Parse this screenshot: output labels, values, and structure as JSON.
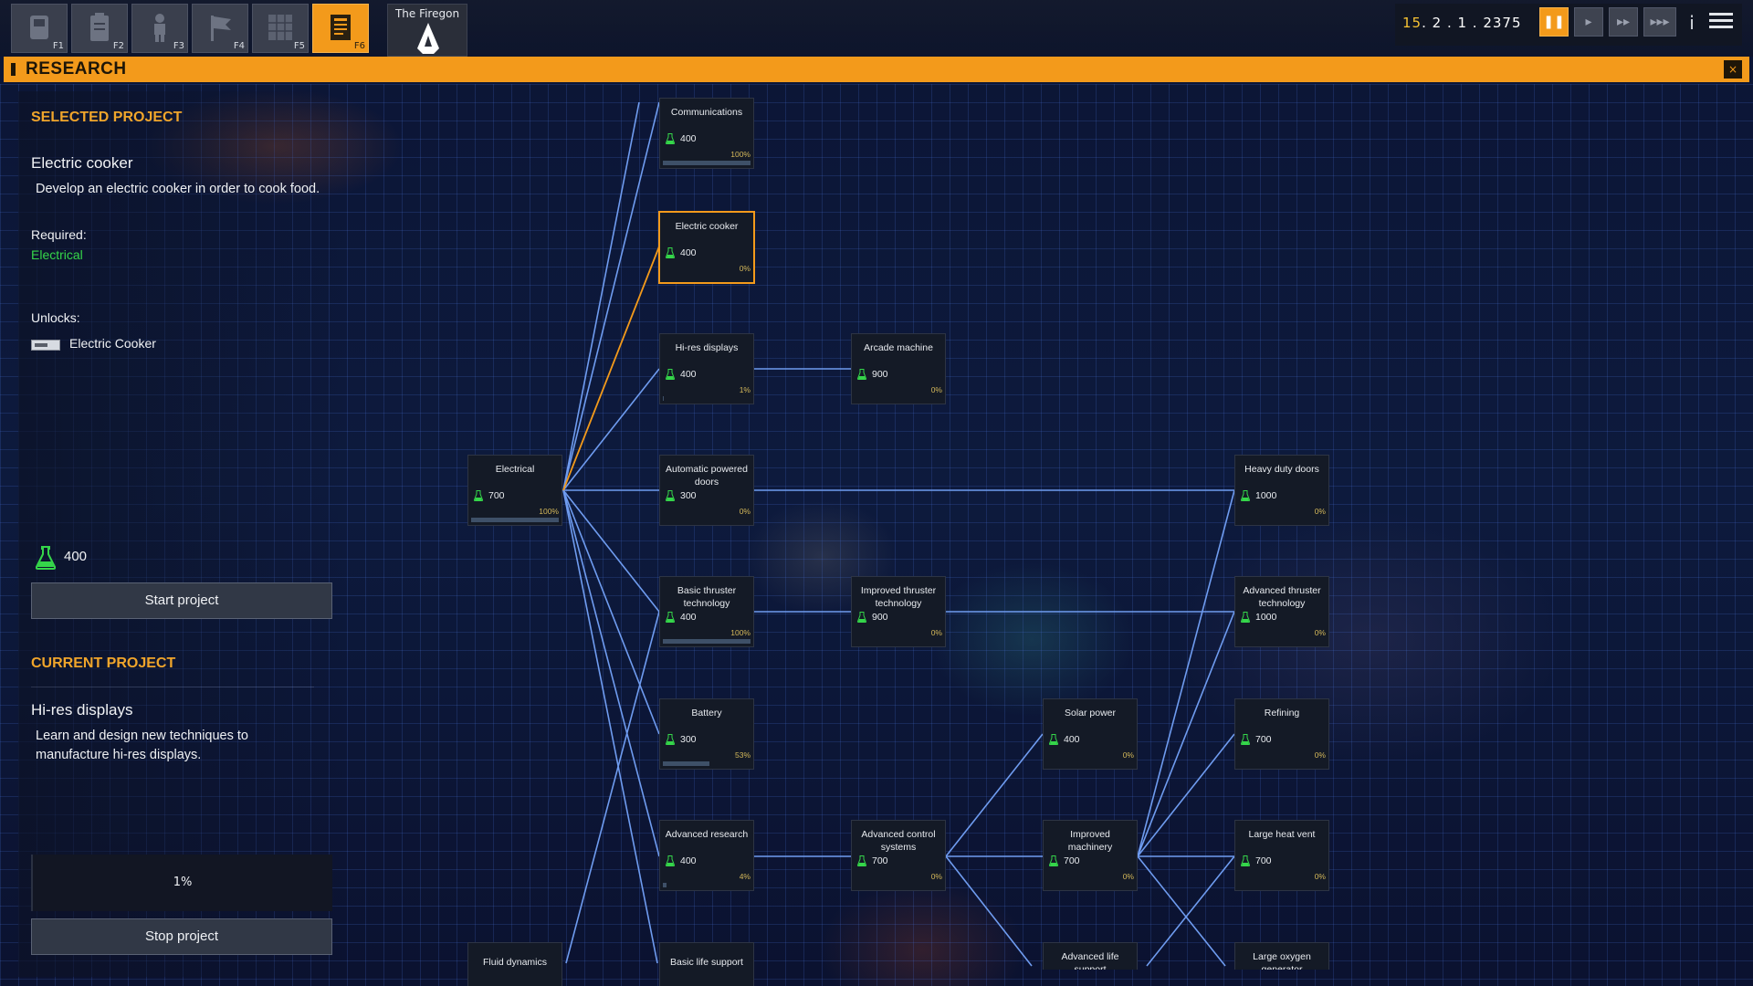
{
  "toolbar": {
    "buttons": [
      {
        "key": "F1",
        "icon": "ship-build-icon"
      },
      {
        "key": "F2",
        "icon": "clipboard-icon"
      },
      {
        "key": "F3",
        "icon": "crew-icon"
      },
      {
        "key": "F4",
        "icon": "flag-icon"
      },
      {
        "key": "F5",
        "icon": "grid-icon"
      },
      {
        "key": "F6",
        "icon": "research-icon",
        "active": true
      }
    ],
    "ship_name": "The Firegon"
  },
  "time": {
    "day": "15",
    "rest": ". 2 . 1 . 2375",
    "controls": [
      "pause",
      "play",
      "fast",
      "fastest"
    ],
    "info_label": "i"
  },
  "research_bar": {
    "title": "RESEARCH",
    "close_label": "×"
  },
  "selected_project": {
    "header": "SELECTED PROJECT",
    "name": "Electric cooker",
    "description": "Develop an electric cooker in order to cook food.",
    "required_label": "Required:",
    "required_value": "Electrical",
    "unlocks_label": "Unlocks:",
    "unlocks_item": "Electric Cooker",
    "cost": "400",
    "start_button": "Start project"
  },
  "current_project": {
    "header": "CURRENT PROJECT",
    "name": "Hi-res displays",
    "description_line1": "Learn and design new techniques to",
    "description_line2": "manufacture hi-res displays.",
    "progress": "1%",
    "stop_button": "Stop project"
  },
  "colors": {
    "accent": "#f39a1b",
    "link": "#6f9cf0",
    "selected_link": "#f39a1b",
    "required_green": "#35d64a",
    "percent_text": "#d4b85a"
  },
  "nodes": [
    {
      "id": "communications",
      "name": "Communications",
      "cost": "400",
      "pct": "100%",
      "progress": 1.0
    },
    {
      "id": "electric-cooker",
      "name": "Electric cooker",
      "cost": "400",
      "pct": "0%",
      "progress": 0,
      "selected": true
    },
    {
      "id": "hi-res-displays",
      "name": "Hi-res displays",
      "cost": "400",
      "pct": "1%",
      "progress": 0.01
    },
    {
      "id": "arcade-machine",
      "name": "Arcade machine",
      "cost": "900",
      "pct": "0%",
      "progress": 0
    },
    {
      "id": "electrical",
      "name": "Electrical",
      "cost": "700",
      "pct": "100%",
      "progress": 1.0
    },
    {
      "id": "automatic-powered-doors",
      "name": "Automatic powered doors",
      "cost": "300",
      "pct": "0%",
      "progress": 0
    },
    {
      "id": "heavy-duty-doors",
      "name": "Heavy duty doors",
      "cost": "1000",
      "pct": "0%",
      "progress": 0
    },
    {
      "id": "basic-thruster-technology",
      "name": "Basic thruster technology",
      "cost": "400",
      "pct": "100%",
      "progress": 1.0
    },
    {
      "id": "improved-thruster-technology",
      "name": "Improved thruster technology",
      "cost": "900",
      "pct": "0%",
      "progress": 0
    },
    {
      "id": "advanced-thruster-technology",
      "name": "Advanced thruster technology",
      "cost": "1000",
      "pct": "0%",
      "progress": 0
    },
    {
      "id": "battery",
      "name": "Battery",
      "cost": "300",
      "pct": "53%",
      "progress": 0.53
    },
    {
      "id": "solar-power",
      "name": "Solar power",
      "cost": "400",
      "pct": "0%",
      "progress": 0
    },
    {
      "id": "refining",
      "name": "Refining",
      "cost": "700",
      "pct": "0%",
      "progress": 0
    },
    {
      "id": "advanced-research",
      "name": "Advanced research",
      "cost": "400",
      "pct": "4%",
      "progress": 0.04
    },
    {
      "id": "advanced-control-systems",
      "name": "Advanced control systems",
      "cost": "700",
      "pct": "0%",
      "progress": 0
    },
    {
      "id": "improved-machinery",
      "name": "Improved machinery",
      "cost": "700",
      "pct": "0%",
      "progress": 0
    },
    {
      "id": "large-heat-vent",
      "name": "Large heat vent",
      "cost": "700",
      "pct": "0%",
      "progress": 0
    },
    {
      "id": "fluid-dynamics",
      "name": "Fluid dynamics",
      "partial": true
    },
    {
      "id": "basic-life-support",
      "name": "Basic life support",
      "partial": true
    },
    {
      "id": "advanced-life-support",
      "name": "Advanced life support",
      "partial": true
    },
    {
      "id": "large-oxygen-generator",
      "name": "Large oxygen generator",
      "partial": true
    }
  ]
}
